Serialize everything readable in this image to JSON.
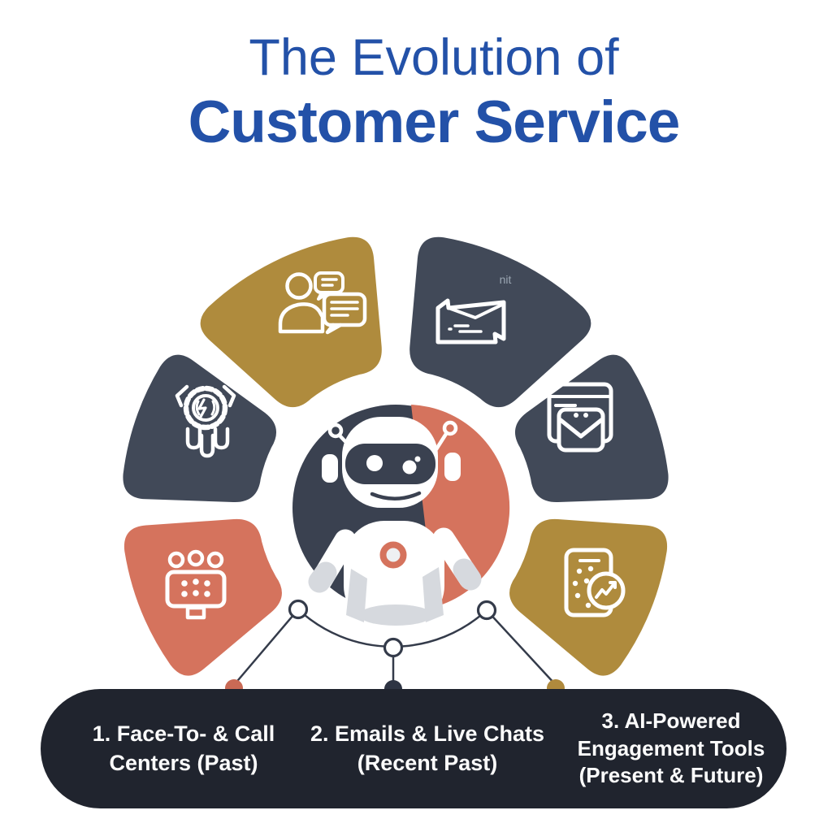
{
  "heading": {
    "line1": "The Evolution of",
    "line2": "Customer Service"
  },
  "artifact_text": "nit",
  "stages": [
    {
      "line1": "1. Face-To- & Call",
      "line2": "Centers (Past)"
    },
    {
      "line1": "2. Emails & Live Chats",
      "line2": "(Recent Past)"
    },
    {
      "line1": "3. AI-Powered",
      "line2": "Engagement Tools",
      "line3": "(Present & Future)"
    }
  ],
  "segments": [
    {
      "position": "top-left",
      "icon": "support-agent-chat-icon",
      "color": "#af8b3d"
    },
    {
      "position": "top-right",
      "icon": "email-message-icon",
      "color": "#414958"
    },
    {
      "position": "left",
      "icon": "gear-settings-icon",
      "color": "#414958"
    },
    {
      "position": "right",
      "icon": "webmail-window-icon",
      "color": "#414958"
    },
    {
      "position": "bottom-left",
      "icon": "switchboard-keypad-icon",
      "color": "#d5735d"
    },
    {
      "position": "bottom-right",
      "icon": "mobile-analytics-icon",
      "color": "#af8b3d"
    }
  ],
  "center": {
    "illustration": "chatbot-robot",
    "disc_colors": [
      "#3a4150",
      "#d5735d"
    ]
  },
  "colors": {
    "title_blue": "#2351a8",
    "gold": "#af8b3d",
    "navy": "#414958",
    "salmon": "#d5735d",
    "pill_dark": "#20242e",
    "background": "#ffffff"
  }
}
